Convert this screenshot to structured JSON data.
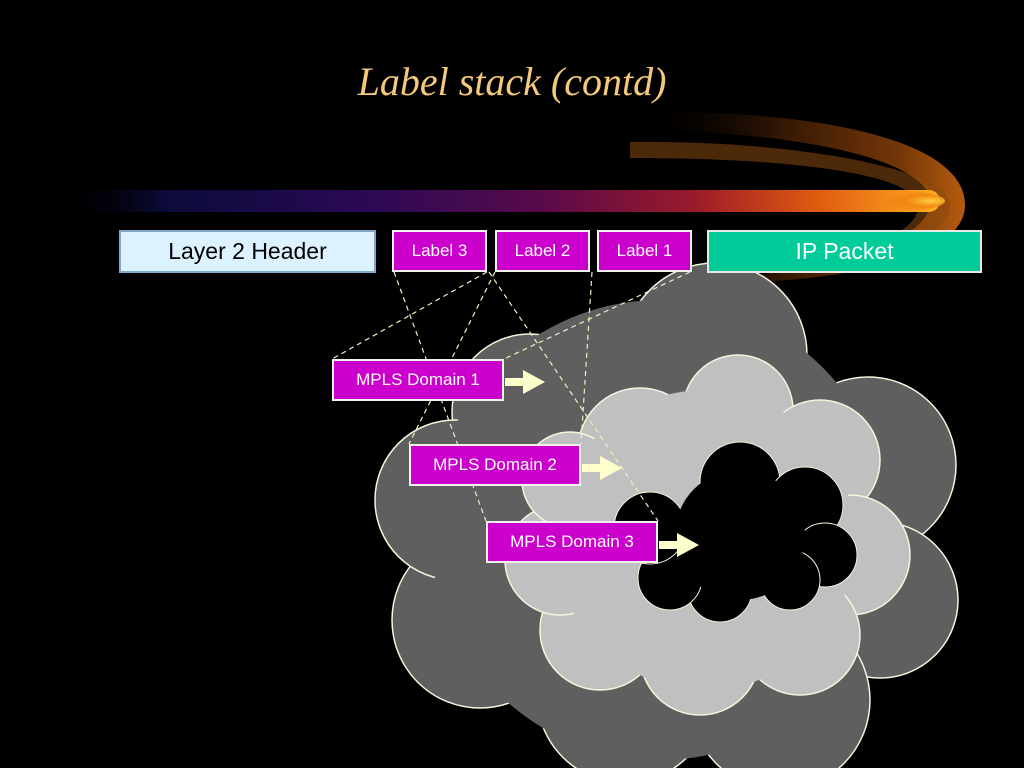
{
  "slide": {
    "title": "Label stack (contd)"
  },
  "frame": {
    "layer2_header": "Layer 2 Header",
    "labels": [
      "Label 3",
      "Label 2",
      "Label 1"
    ],
    "ip_packet": "IP Packet"
  },
  "domains": [
    "MPLS Domain 1",
    "MPLS Domain 2",
    "MPLS Domain 3"
  ],
  "colors": {
    "background": "#000000",
    "title": "#F5C97A",
    "label_box": "#CC00CC",
    "layer2_header": "#DDF2FF",
    "ip_packet": "#00CC99",
    "outer_cloud": "#5F5F5F",
    "middle_cloud": "#C0C0C0",
    "inner_cloud": "#000000",
    "arrow": "#FFFFCC"
  }
}
